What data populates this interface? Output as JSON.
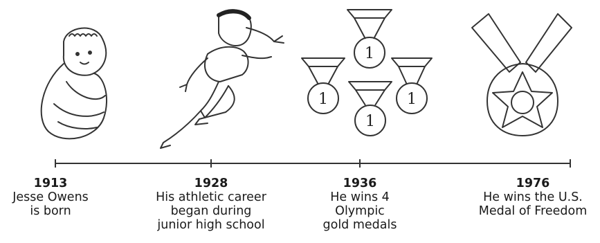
{
  "timeline": {
    "events": [
      {
        "year": "1913",
        "description": "Jesse Owens\nis born",
        "icon": "baby-icon"
      },
      {
        "year": "1928",
        "description": "His athletic career\nbegan during\njunior high school",
        "icon": "runner-icon"
      },
      {
        "year": "1936",
        "description": "He wins 4\nOlympic\ngold medals",
        "icon": "gold-medals-icon"
      },
      {
        "year": "1976",
        "description": "He wins the U.S.\nMedal of Freedom",
        "icon": "medal-of-freedom-icon"
      }
    ],
    "medal_text": "1"
  }
}
